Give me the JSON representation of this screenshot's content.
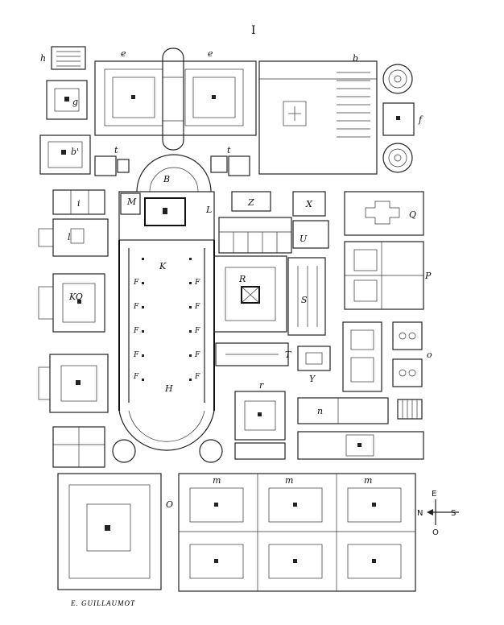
{
  "plate_number": "I",
  "signature": "E. GUILLAUMOT",
  "compass": {
    "north": "N",
    "south": "S",
    "east": "E",
    "west": "O"
  },
  "letters": {
    "h": "h",
    "e1": "e",
    "e2": "e",
    "b_top": "b",
    "g": "g",
    "f": "f",
    "b_prime": "b'",
    "t1": "t",
    "t2": "t",
    "B": "B",
    "M": "M",
    "L": "L",
    "Z": "Z",
    "X": "X",
    "Q": "Q",
    "i": "i",
    "l": "l",
    "U": "U",
    "K": "K",
    "KO": "KO",
    "R": "R",
    "S": "S",
    "P": "P",
    "o": "o",
    "T": "T",
    "Y": "Y",
    "H": "H",
    "r": "r",
    "n": "n",
    "m1": "m",
    "m2": "m",
    "m3": "m",
    "O": "O"
  },
  "nave_letters": [
    "F",
    "F",
    "F",
    "F",
    "F",
    "F",
    "F",
    "F",
    "F",
    "F"
  ]
}
